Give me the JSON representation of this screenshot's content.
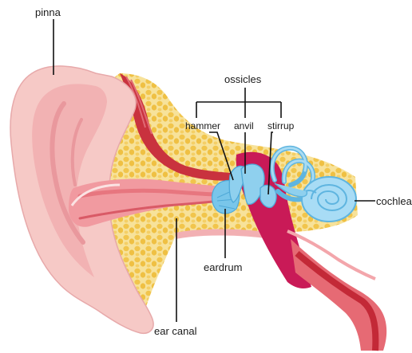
{
  "labels": {
    "pinna": "pinna",
    "ossicles": "ossicles",
    "hammer": "hammer",
    "anvil": "anvil",
    "stirrup": "stirrup",
    "cochlea": "cochlea",
    "eardrum": "eardrum",
    "ear_canal": "ear canal"
  },
  "colors": {
    "skin_outer": "#f6c9c6",
    "skin_inner": "#f2aeae",
    "skin_deep": "#e8878c",
    "fat": "#f3cf5f",
    "fat_bg": "#f7e3a0",
    "muscle": "#c9323e",
    "canal_dark": "#c22d3a",
    "tube": "#c91a57",
    "inner_ear": "#8fd0ee",
    "inner_ear_dark": "#5fb5e0",
    "eardrum": "#79c6ea"
  }
}
